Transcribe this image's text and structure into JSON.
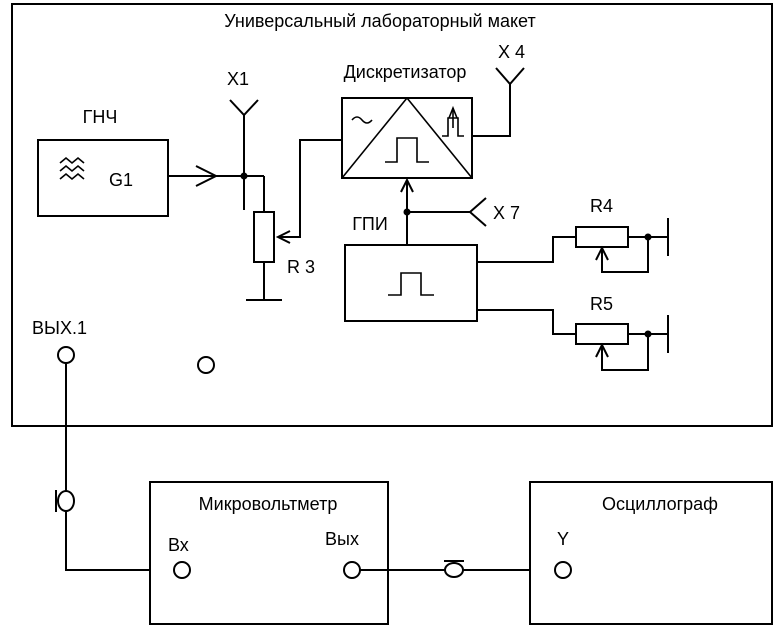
{
  "labels": {
    "panel_title": "Универсальный лабораторный  макет",
    "gnch": "ГНЧ",
    "g1": "G1",
    "x1": "X1",
    "r3": "R 3",
    "sampler": "Дискретизатор",
    "x4": "X 4",
    "gpi": "ГПИ",
    "x7": "X 7",
    "r4": "R4",
    "r5": "R5",
    "out1": "ВЫХ.1",
    "microvoltmeter": "Микровольтметр",
    "in_bx": "Вх",
    "out_vyx": "Вых",
    "oscilloscope": "Осциллограф",
    "y_input": "Y"
  }
}
